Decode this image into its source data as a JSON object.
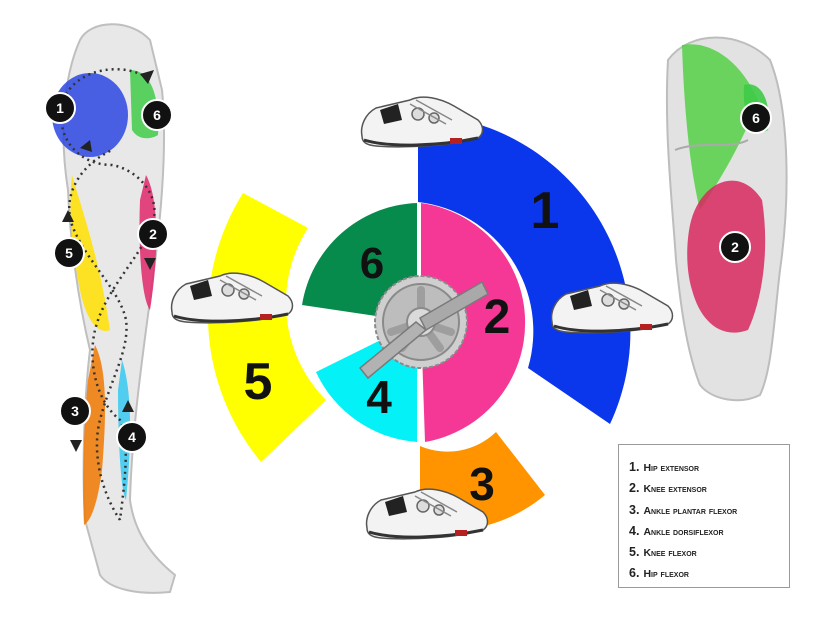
{
  "segments": [
    {
      "id": "1",
      "label": "1",
      "color": "#0a36ec"
    },
    {
      "id": "2",
      "label": "2",
      "color": "#f53796"
    },
    {
      "id": "3",
      "label": "3",
      "color": "#ff9300"
    },
    {
      "id": "4",
      "label": "4",
      "color": "#05f1f8"
    },
    {
      "id": "5",
      "label": "5",
      "color": "#ffff00"
    },
    {
      "id": "6",
      "label": "6",
      "color": "#078b4d"
    }
  ],
  "leg_markers": [
    "1",
    "6",
    "2",
    "5",
    "3",
    "4"
  ],
  "thigh_markers": [
    "6",
    "2"
  ],
  "legend": [
    {
      "num": "1.",
      "text": "Hip extensor"
    },
    {
      "num": "2.",
      "text": "Knee extensor"
    },
    {
      "num": "3.",
      "text": "Ankle plantar flexor"
    },
    {
      "num": "4.",
      "text": "Ankle dorsiflexor"
    },
    {
      "num": "5.",
      "text": "Knee flexor"
    },
    {
      "num": "6.",
      "text": "Hip flexor"
    }
  ]
}
